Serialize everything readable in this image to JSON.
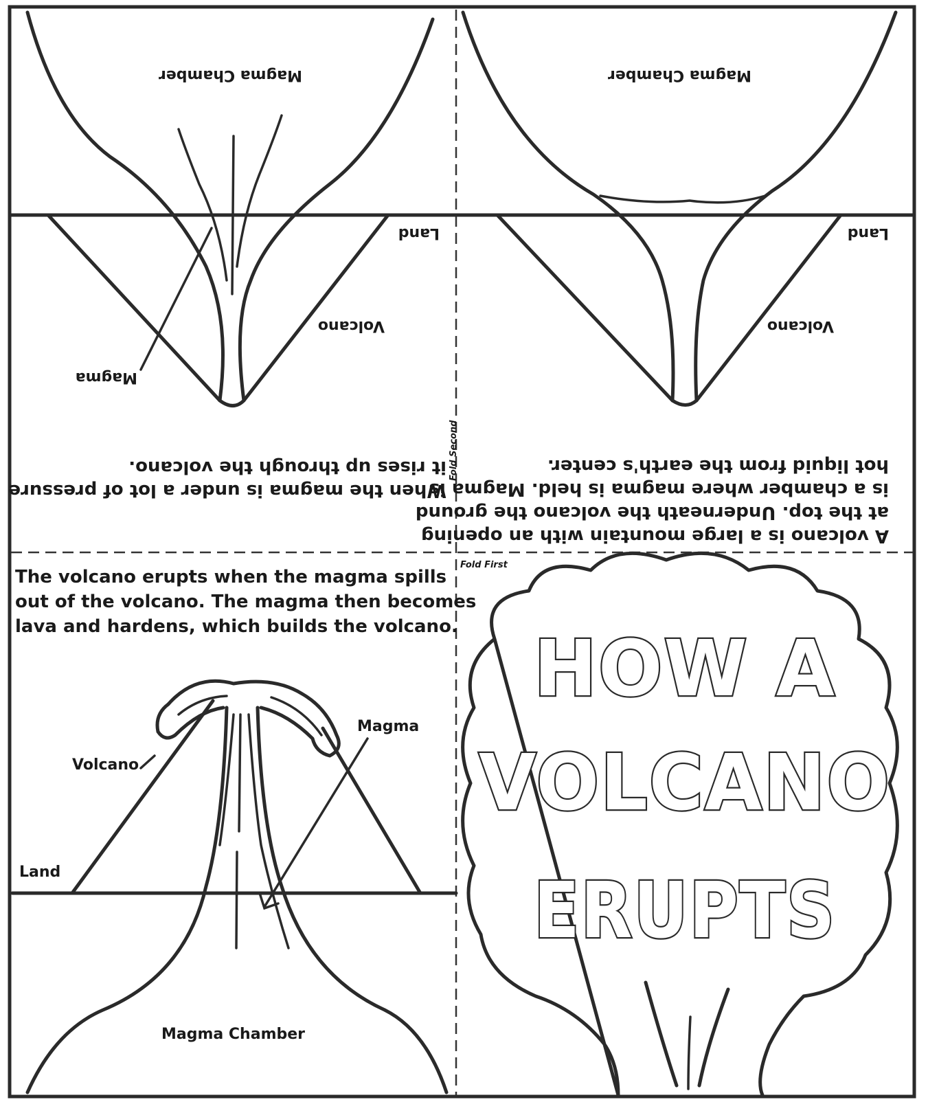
{
  "panels": {
    "top_left": {
      "text_lines": [
        "When the magma is under a lot of pressure",
        "it rises up through the volcano."
      ],
      "labels": {
        "chamber": "Magma Chamber",
        "land": "Land",
        "volcano": "Volcano",
        "magma": "Magma"
      }
    },
    "top_right": {
      "text_lines": [
        "A volcano is a large mountain with an opening",
        "at the top. Underneath the volcano the ground",
        "is a chamber where magma is held. Magma is",
        "hot liquid from the earth's center."
      ],
      "labels": {
        "chamber": "Magma Chamber",
        "land": "Land",
        "volcano": "Volcano"
      }
    },
    "bottom_left": {
      "text_lines": [
        "The volcano erupts when the magma spills",
        "out of the volcano. The magma then becomes",
        "lava and hardens, which builds the volcano."
      ],
      "labels": {
        "magma": "Magma",
        "volcano": "Volcano",
        "land": "Land",
        "chamber": "Magma Chamber"
      }
    },
    "bottom_right": {
      "title_lines": [
        "HOW A",
        "VOLCANO",
        "ERUPTS"
      ]
    }
  },
  "fold_labels": {
    "first": "Fold First",
    "second": "Fold Second"
  }
}
